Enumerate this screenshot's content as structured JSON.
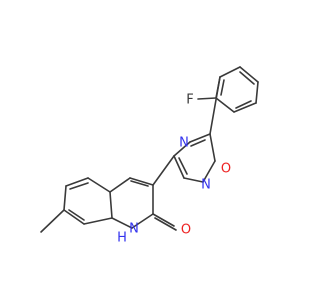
{
  "colors": {
    "carbon_bond": "#3a3a3a",
    "nitrogen": "#3333ee",
    "oxygen": "#ee2222",
    "fluorine": "#3a3a3a"
  },
  "atoms": {
    "fluorine": {
      "label": "F",
      "element": "F"
    },
    "oxadiazole_n_left": {
      "label": "N",
      "element": "N"
    },
    "oxadiazole_n_bottom": {
      "label": "N",
      "element": "N"
    },
    "oxadiazole_o": {
      "label": "O",
      "element": "O"
    },
    "quinolinone_nh": {
      "label": "H",
      "element": "N"
    },
    "quinolinone_n": {
      "label": "N",
      "element": "N"
    },
    "carbonyl_o": {
      "label": "O",
      "element": "O"
    }
  }
}
